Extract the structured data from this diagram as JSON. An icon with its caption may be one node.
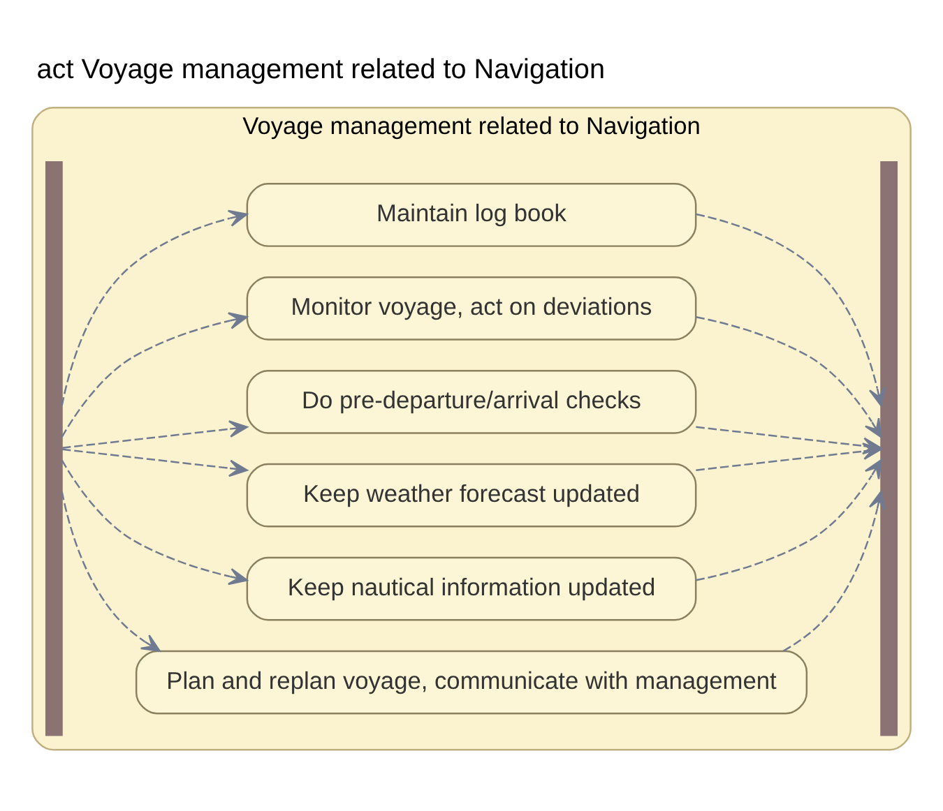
{
  "diagram": {
    "title": "act Voyage management related to Navigation",
    "nodes": [
      {
        "text": [
          "Voyage management related to Navigation"
        ]
      },
      {
        "text": [],
        "shape": "bar",
        "in": 0
      },
      {
        "text": [
          "Plan and replan voyage, communicate with management"
        ],
        "in": 0
      },
      {
        "text": [
          "Keep nautical information updated"
        ],
        "in": 0
      },
      {
        "text": [
          "Keep weather forecast updated"
        ],
        "in": 0
      },
      {
        "text": [
          "Do pre-departure/arrival checks"
        ],
        "in": 0
      },
      {
        "text": [
          "Monitor voyage, act on deviations"
        ],
        "in": 0
      },
      {
        "text": [
          "Maintain log book"
        ],
        "in": 0
      },
      {
        "text": [],
        "shape": "bar",
        "in": 0
      }
    ],
    "edges": [
      {
        "from": 1,
        "to": 2,
        "arrow": "to",
        "style": "dashed"
      },
      {
        "from": 1,
        "to": 3,
        "arrow": "to",
        "style": "dashed"
      },
      {
        "from": 1,
        "to": 4,
        "arrow": "to",
        "style": "dashed"
      },
      {
        "from": 1,
        "to": 5,
        "arrow": "to",
        "style": "dashed"
      },
      {
        "from": 1,
        "to": 6,
        "arrow": "to",
        "style": "dashed"
      },
      {
        "from": 1,
        "to": 7,
        "arrow": "to",
        "style": "dashed"
      },
      {
        "from": 2,
        "to": 8,
        "arrow": "to",
        "style": "dashed"
      },
      {
        "from": 3,
        "to": 8,
        "arrow": "to",
        "style": "dashed"
      },
      {
        "from": 4,
        "to": 8,
        "arrow": "to",
        "style": "dashed"
      },
      {
        "from": 5,
        "to": 8,
        "arrow": "to",
        "style": "dashed"
      },
      {
        "from": 6,
        "to": 8,
        "arrow": "to",
        "style": "dashed"
      },
      {
        "from": 7,
        "to": 8,
        "arrow": "to",
        "style": "dashed"
      }
    ]
  }
}
